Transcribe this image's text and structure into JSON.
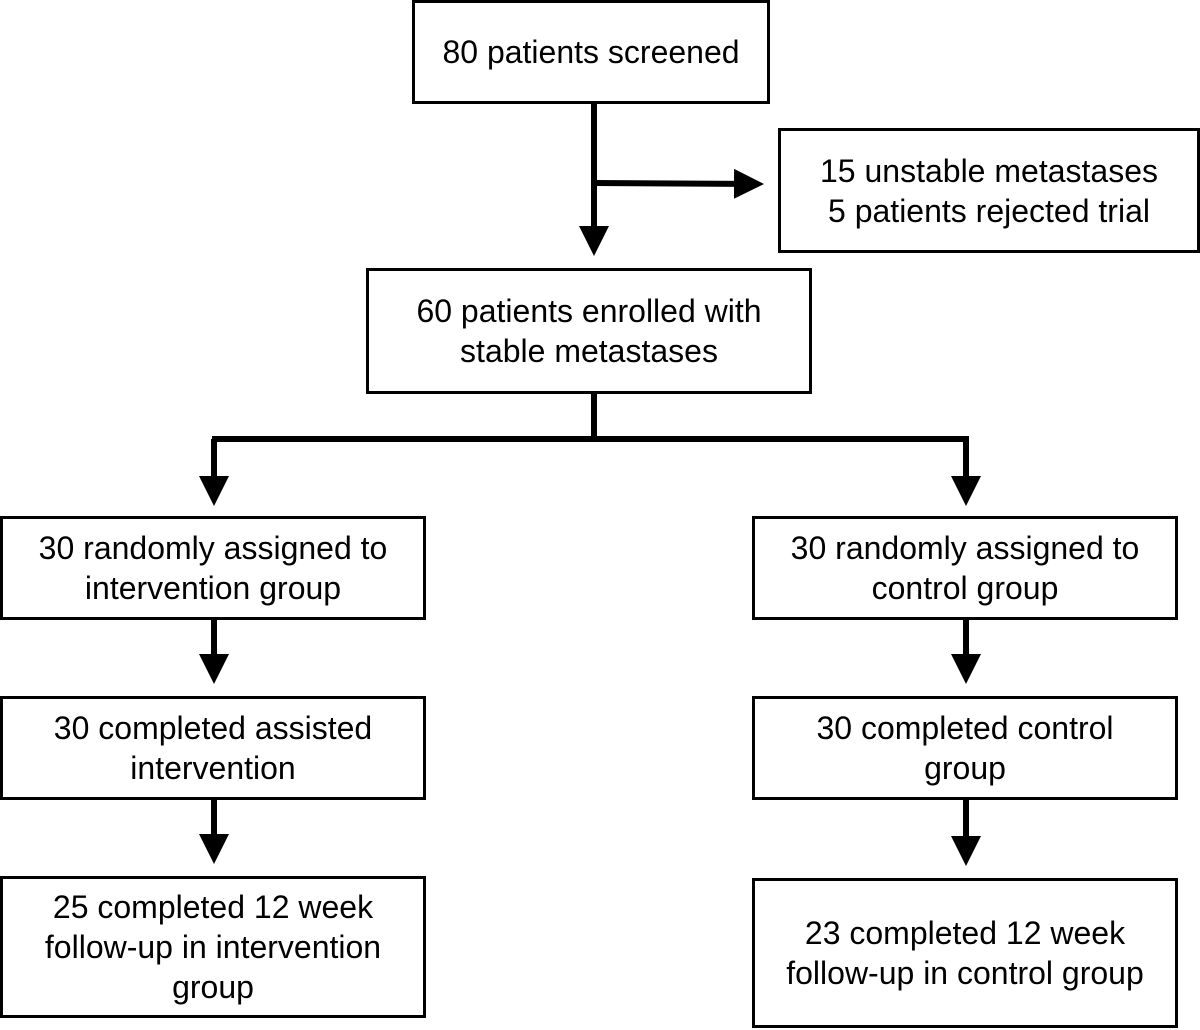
{
  "flowchart": {
    "screened": {
      "lines": [
        "80 patients screened"
      ]
    },
    "excluded": {
      "lines": [
        "15 unstable metastases",
        "5 patients rejected trial"
      ]
    },
    "enrolled": {
      "lines": [
        "60 patients enrolled with",
        "stable metastases"
      ]
    },
    "intervention": {
      "assigned": {
        "lines": [
          "30 randomly assigned to",
          "intervention group"
        ]
      },
      "completed": {
        "lines": [
          "30 completed assisted",
          "intervention"
        ]
      },
      "followup": {
        "lines": [
          "25 completed 12 week",
          "follow-up in intervention",
          "group"
        ]
      }
    },
    "control": {
      "assigned": {
        "lines": [
          "30 randomly assigned to",
          "control group"
        ]
      },
      "completed": {
        "lines": [
          "30 completed control",
          "group"
        ]
      },
      "followup": {
        "lines": [
          "23 completed 12 week",
          "follow-up in control group"
        ]
      }
    }
  },
  "colors": {
    "stroke": "#000000",
    "background": "#ffffff"
  }
}
